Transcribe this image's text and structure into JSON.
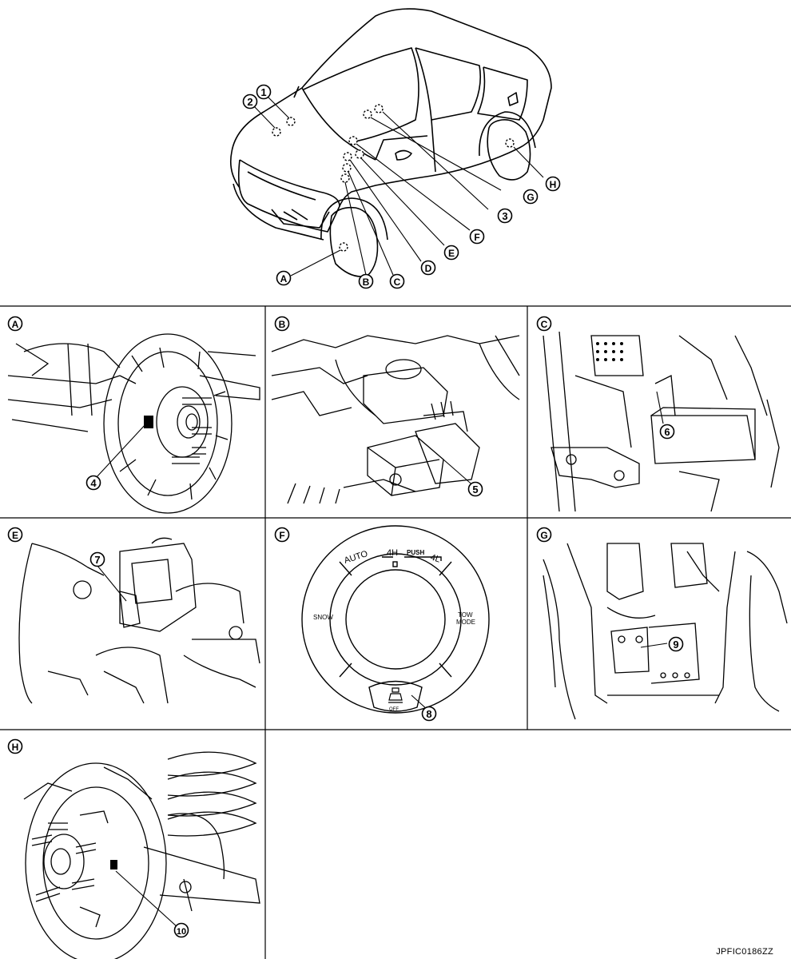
{
  "vehicle_overview": {
    "callouts": [
      "1",
      "2",
      "3"
    ],
    "locators": [
      "A",
      "B",
      "C",
      "D",
      "E",
      "F",
      "G",
      "H"
    ]
  },
  "panels": [
    {
      "letter": "A",
      "callout": "4"
    },
    {
      "letter": "B",
      "callout": "5"
    },
    {
      "letter": "C",
      "callout": "6"
    },
    {
      "letter": "E",
      "callout": "7"
    },
    {
      "letter": "F",
      "callout": "8"
    },
    {
      "letter": "G",
      "callout": "9"
    },
    {
      "letter": "H",
      "callout": "10"
    }
  ],
  "switch_labels": {
    "auto": "AUTO",
    "four_h": "4H",
    "push": "PUSH",
    "four_l": "4L",
    "snow": "SNOW",
    "tow": "TOW",
    "mode": "MODE",
    "off": "OFF"
  },
  "figure_id": "JPFIC0186ZZ"
}
